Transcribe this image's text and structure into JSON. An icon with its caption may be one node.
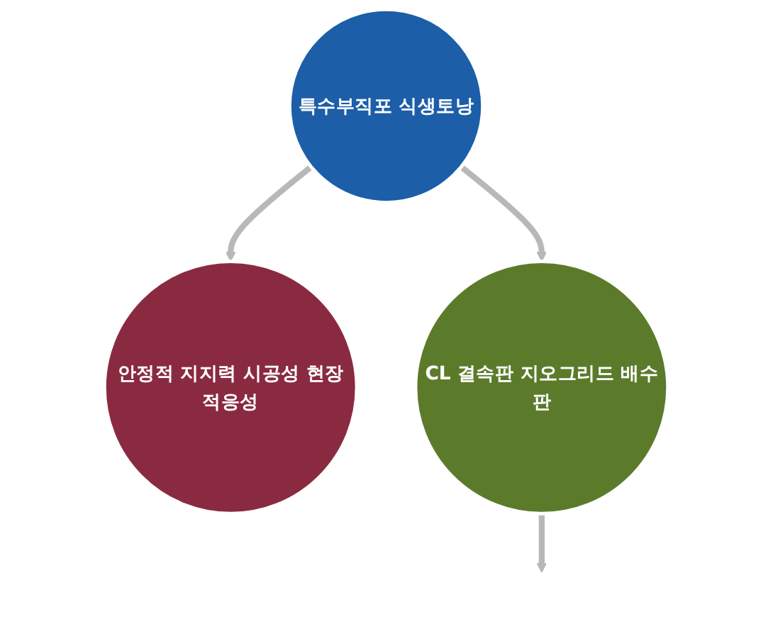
{
  "diagram": {
    "nodes": [
      {
        "text": [
          "특수부직포 식생토낭"
        ]
      },
      {
        "text": [
          "안정적 지지력 시공성 현장적응성"
        ]
      },
      {
        "text": [
          "CL 결속판 지오그리드 배수판"
        ]
      }
    ],
    "edges": [
      {
        "from": 0,
        "to": 2,
        "arrow": "to"
      },
      {
        "from": 0,
        "to": 1,
        "arrow": "to"
      },
      {
        "from": 2,
        "to": null,
        "arrow": "to"
      }
    ]
  }
}
